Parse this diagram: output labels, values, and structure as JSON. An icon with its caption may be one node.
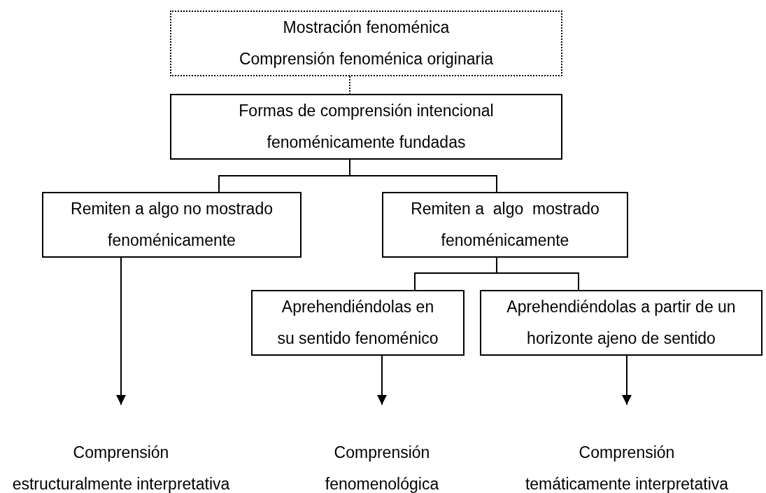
{
  "diagram": {
    "nodes": [
      {
        "text": [
          "Mostración fenoménica",
          "Comprensión fenoménica originaria"
        ]
      },
      {
        "text": [
          "Formas de comprensión intencional fenoménicamente fundadas"
        ]
      },
      {
        "text": [
          "Remiten a algo no mostrado fenoménicamente"
        ]
      },
      {
        "text": [
          "Remiten a  algo  mostrado fenoménicamente"
        ]
      },
      {
        "text": [
          "Aprehendiéndolas en su sentido fenoménico"
        ]
      },
      {
        "text": [
          "Aprehendiéndolas a partir de un horizonte ajeno de sentido"
        ]
      },
      {
        "text": [
          "Comprensión",
          "estructuralmente interpretativa"
        ]
      },
      {
        "text": [
          "Comprensión",
          "fenomenológica"
        ]
      },
      {
        "text": [
          "Comprensión",
          "temáticamente interpretativa"
        ]
      }
    ],
    "edges": [
      {
        "from": 0,
        "to": 1,
        "arrow": "none",
        "style": "dashed"
      },
      {
        "from": 1,
        "to": 2,
        "arrow": "none"
      },
      {
        "from": 1,
        "to": 3,
        "arrow": "none"
      },
      {
        "from": 3,
        "to": 4,
        "arrow": "none"
      },
      {
        "from": 3,
        "to": 5,
        "arrow": "none"
      },
      {
        "from": 2,
        "to": 6,
        "arrow": "to"
      },
      {
        "from": 4,
        "to": 7,
        "arrow": "to"
      },
      {
        "from": 5,
        "to": 8,
        "arrow": "to"
      }
    ]
  }
}
